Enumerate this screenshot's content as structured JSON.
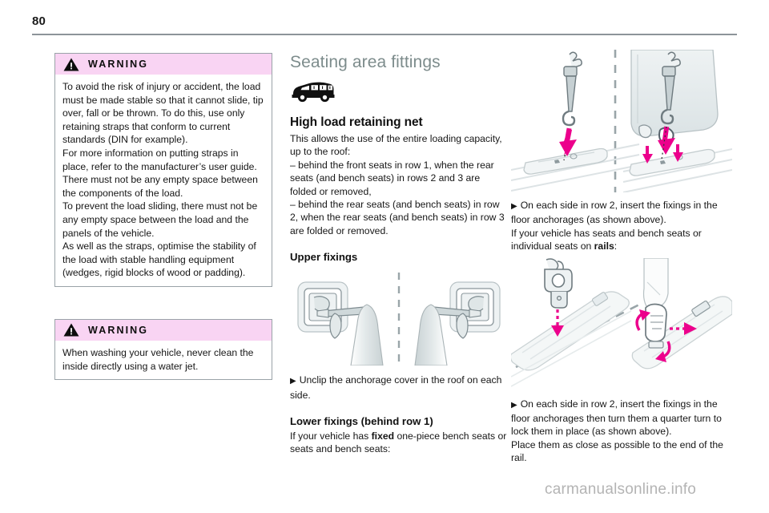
{
  "page": {
    "number": "80",
    "watermark": "carmanualsonline.info"
  },
  "warnings": [
    {
      "title": "WARNING",
      "icon": "warning-triangle-icon",
      "text": "To avoid the risk of injury or accident, the load must be made stable so that it cannot slide, tip over, fall or be thrown. To do this, use only retaining straps that conform to current standards (DIN for example).\nFor more information on putting straps in place, refer to the manufacturer’s user guide.\nThere must not be any empty space between the components of the load.\nTo prevent the load sliding, there must not be any empty space between the load and the panels of the vehicle.\nAs well as the straps, optimise the stability of the load with stable handling equipment (wedges, rigid blocks of wood or padding)."
    },
    {
      "title": "WARNING",
      "icon": "warning-triangle-icon",
      "text": "When washing your vehicle, never clean the inside directly using a water jet."
    }
  ],
  "middle": {
    "section_title": "Seating area fittings",
    "vehicle_icon": "van-side-view-icon",
    "heading_high_load": "High load retaining net",
    "intro": "This allows the use of the entire loading capacity, up to the roof:",
    "bullets": [
      "–  behind the front seats in row 1, when the rear seats (and bench seats) in rows 2 and 3 are folded or removed,",
      "–  behind the rear seats (and bench seats) in row 2, when the rear seats (and bench seats) in row 3 are folded or removed."
    ],
    "heading_upper_fixings": "Upper fixings",
    "upper_illustration": "roof-anchorage-cover-illustration",
    "action_upper": "Unclip the anchorage cover in the roof on each side.",
    "heading_lower_fixings": "Lower fixings (behind row 1)",
    "lower_text_prefix": "If your vehicle has ",
    "lower_text_bold": "fixed",
    "lower_text_suffix": " one-piece bench seats or seats and bench seats:"
  },
  "right": {
    "illustration_top": "floor-anchorage-hook-illustration",
    "action_1": "On each side in row 2, insert the fixings in the floor anchorages (as shown above).",
    "note_1_prefix": "If your vehicle has seats and bench seats or individual seats on ",
    "note_1_bold": "rails",
    "note_1_suffix": ":",
    "illustration_bottom": "rail-fixing-quarter-turn-illustration",
    "action_2": "On each side in row 2, insert the fixings in the floor anchorages then turn them a quarter turn to lock them in place (as shown above).",
    "note_2": "Place them as close as possible to the end of the rail."
  },
  "colors": {
    "warning_header_pink": "#f9d4f3",
    "section_title_grey": "#7d8c8c",
    "rule_grey": "#8d9499",
    "arrow_magenta": "#ec008c",
    "illustration_line": "#6f7b80",
    "illustration_fill": "#e8eced",
    "watermark_grey": "#b4b4b4"
  }
}
